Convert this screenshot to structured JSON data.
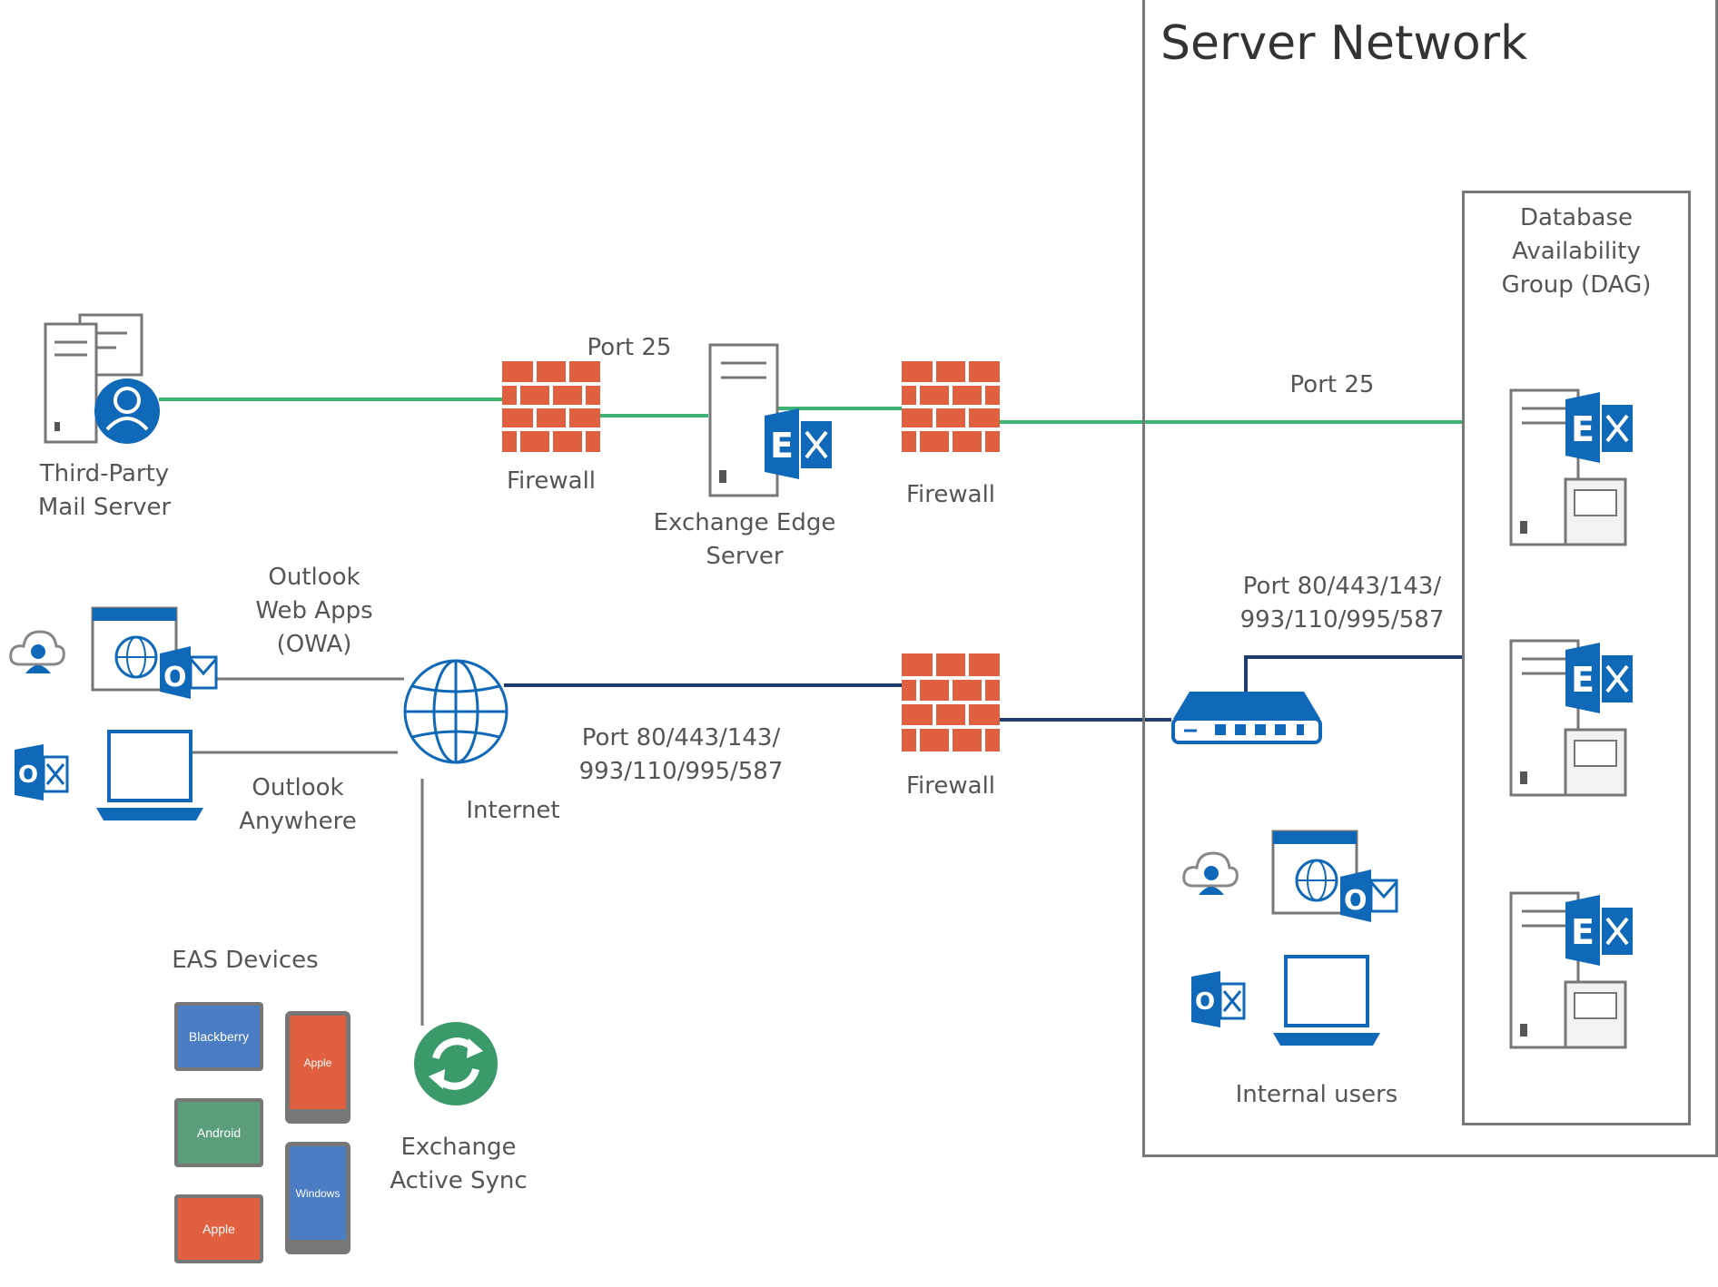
{
  "server_network": {
    "title": "Server Network"
  },
  "dag": {
    "label": "Database\nAvailability\nGroup (DAG)"
  },
  "nodes": {
    "third_party": "Third-Party\nMail Server",
    "firewall_1": "Firewall",
    "edge": "Exchange Edge\nServer",
    "firewall_2": "Firewall",
    "firewall_3": "Firewall",
    "owa": "Outlook\nWeb Apps\n(OWA)",
    "outlook_anywhere": "Outlook\nAnywhere",
    "internet": "Internet",
    "eas_devices": "EAS Devices",
    "active_sync": "Exchange\nActive Sync",
    "internal_users": "Internal users"
  },
  "ports": {
    "top_left": "Port 25",
    "top_right": "Port 25",
    "middle_left": "Port 80/443/143/\n993/110/995/587",
    "middle_right": "Port 80/443/143/\n993/110/995/587"
  },
  "devices": {
    "blackberry": "Blackberry",
    "android": "Android",
    "apple": "Apple",
    "apple_phone": "Apple",
    "windows_phone": "Windows"
  },
  "colors": {
    "smtp_line": "#3cb371",
    "client_line": "#1f3c6e",
    "device_line": "#777777",
    "firewall": "#e0603f",
    "exchange_blue": "#1068b8",
    "sync_green": "#3a9a6a"
  }
}
